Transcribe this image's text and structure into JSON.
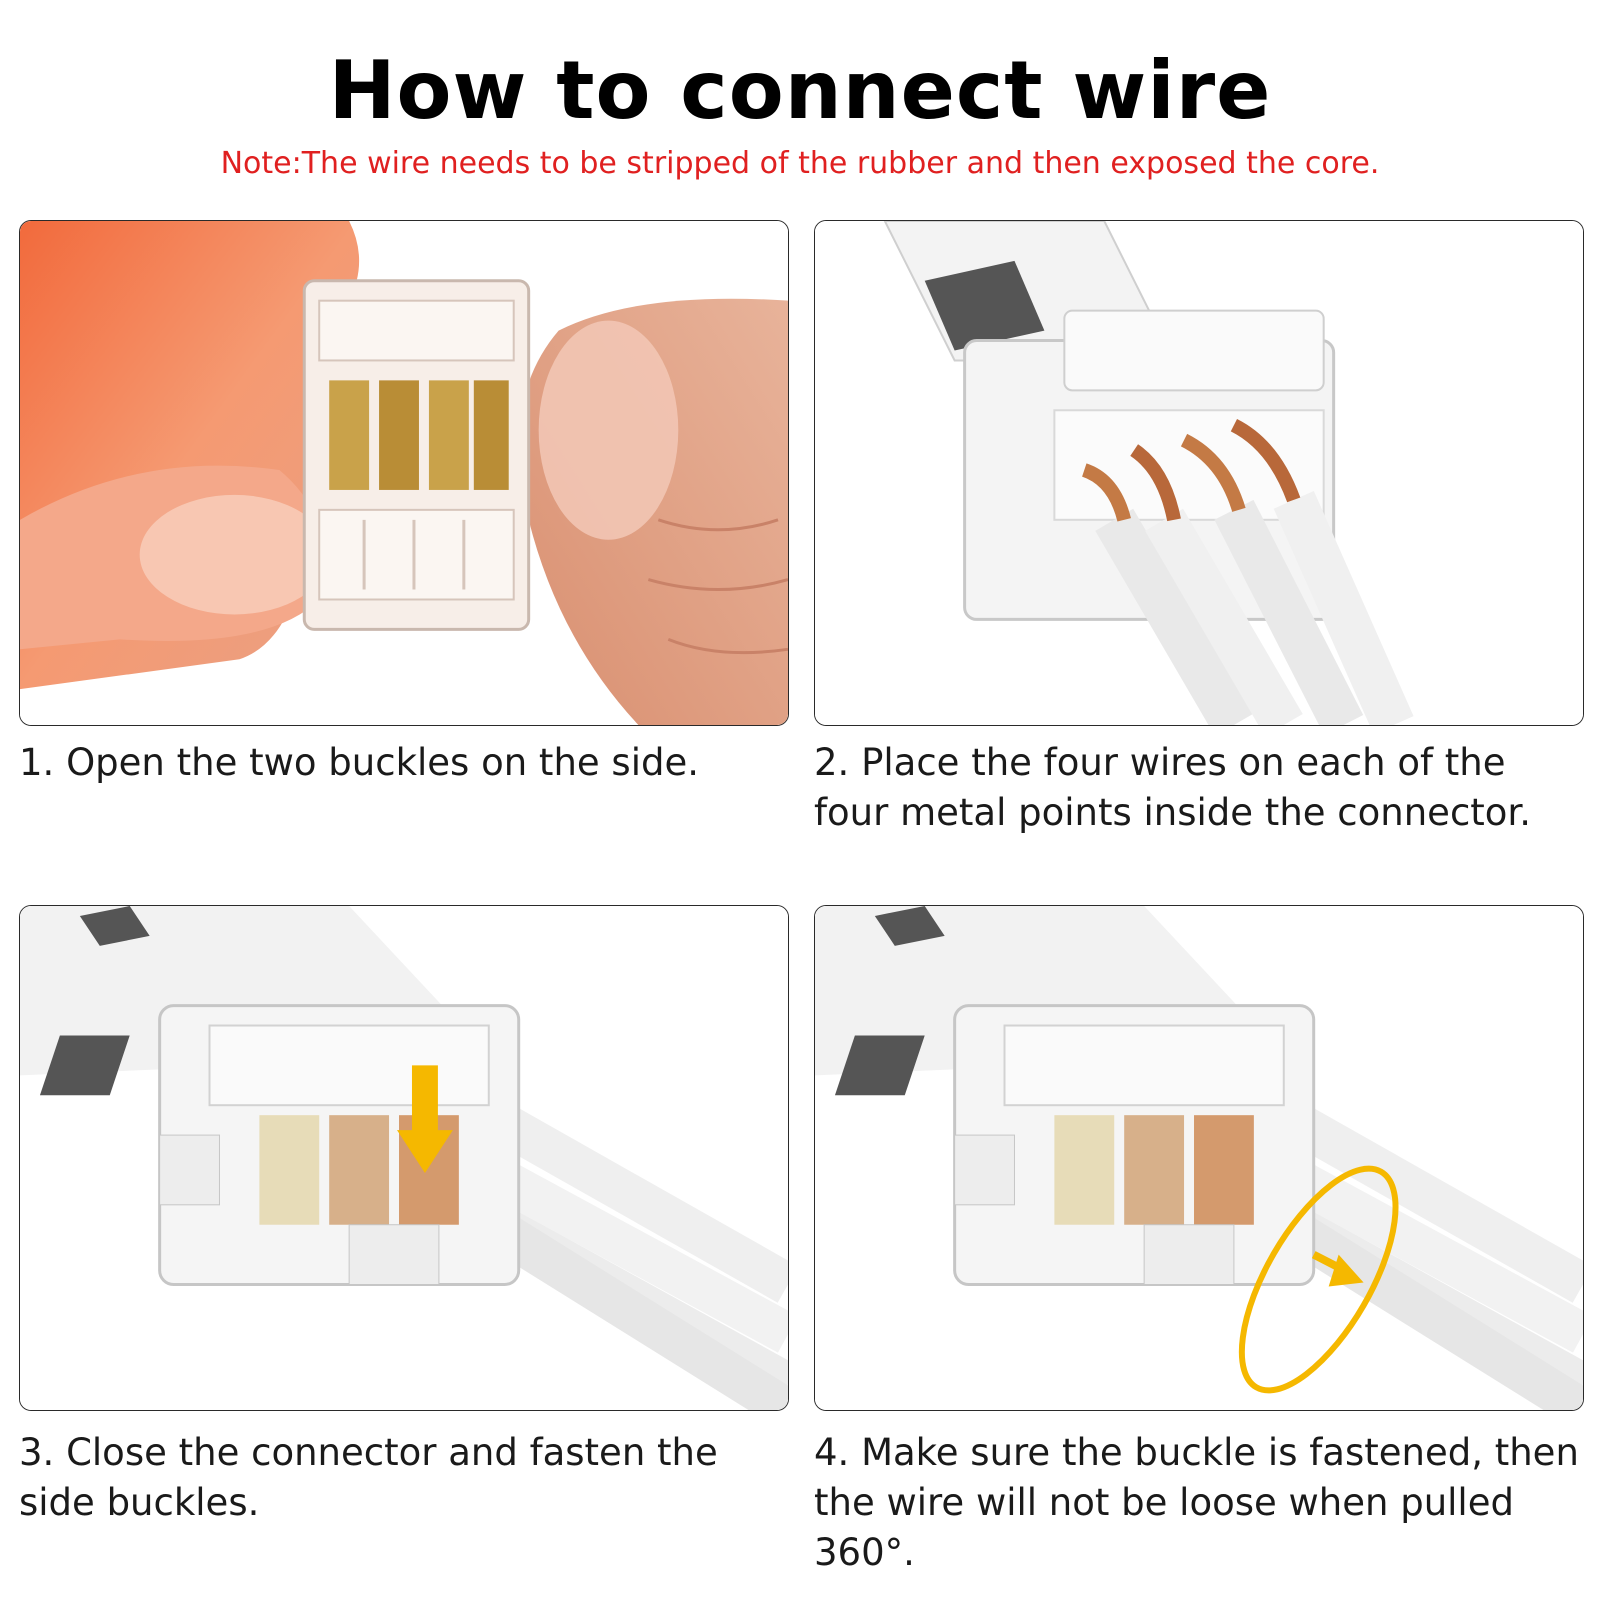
{
  "header": {
    "title": "How to connect wire",
    "note": "Note:The wire needs to be stripped of the rubber and then exposed the core."
  },
  "steps": [
    {
      "caption": "1. Open the two buckles on the side."
    },
    {
      "caption": "2. Place the four wires on each of the four metal points inside the connector."
    },
    {
      "caption": "3. Close the connector and fasten the side buckles."
    },
    {
      "caption": "4. Make sure the buckle is fastened, then the wire will not be loose when pulled 360°."
    }
  ],
  "colors": {
    "note_red": "#e02020",
    "arrow_yellow": "#f5b800",
    "skin": "#f0a88a",
    "copper": "#c47a45",
    "gold_contact": "#c9a24a"
  }
}
